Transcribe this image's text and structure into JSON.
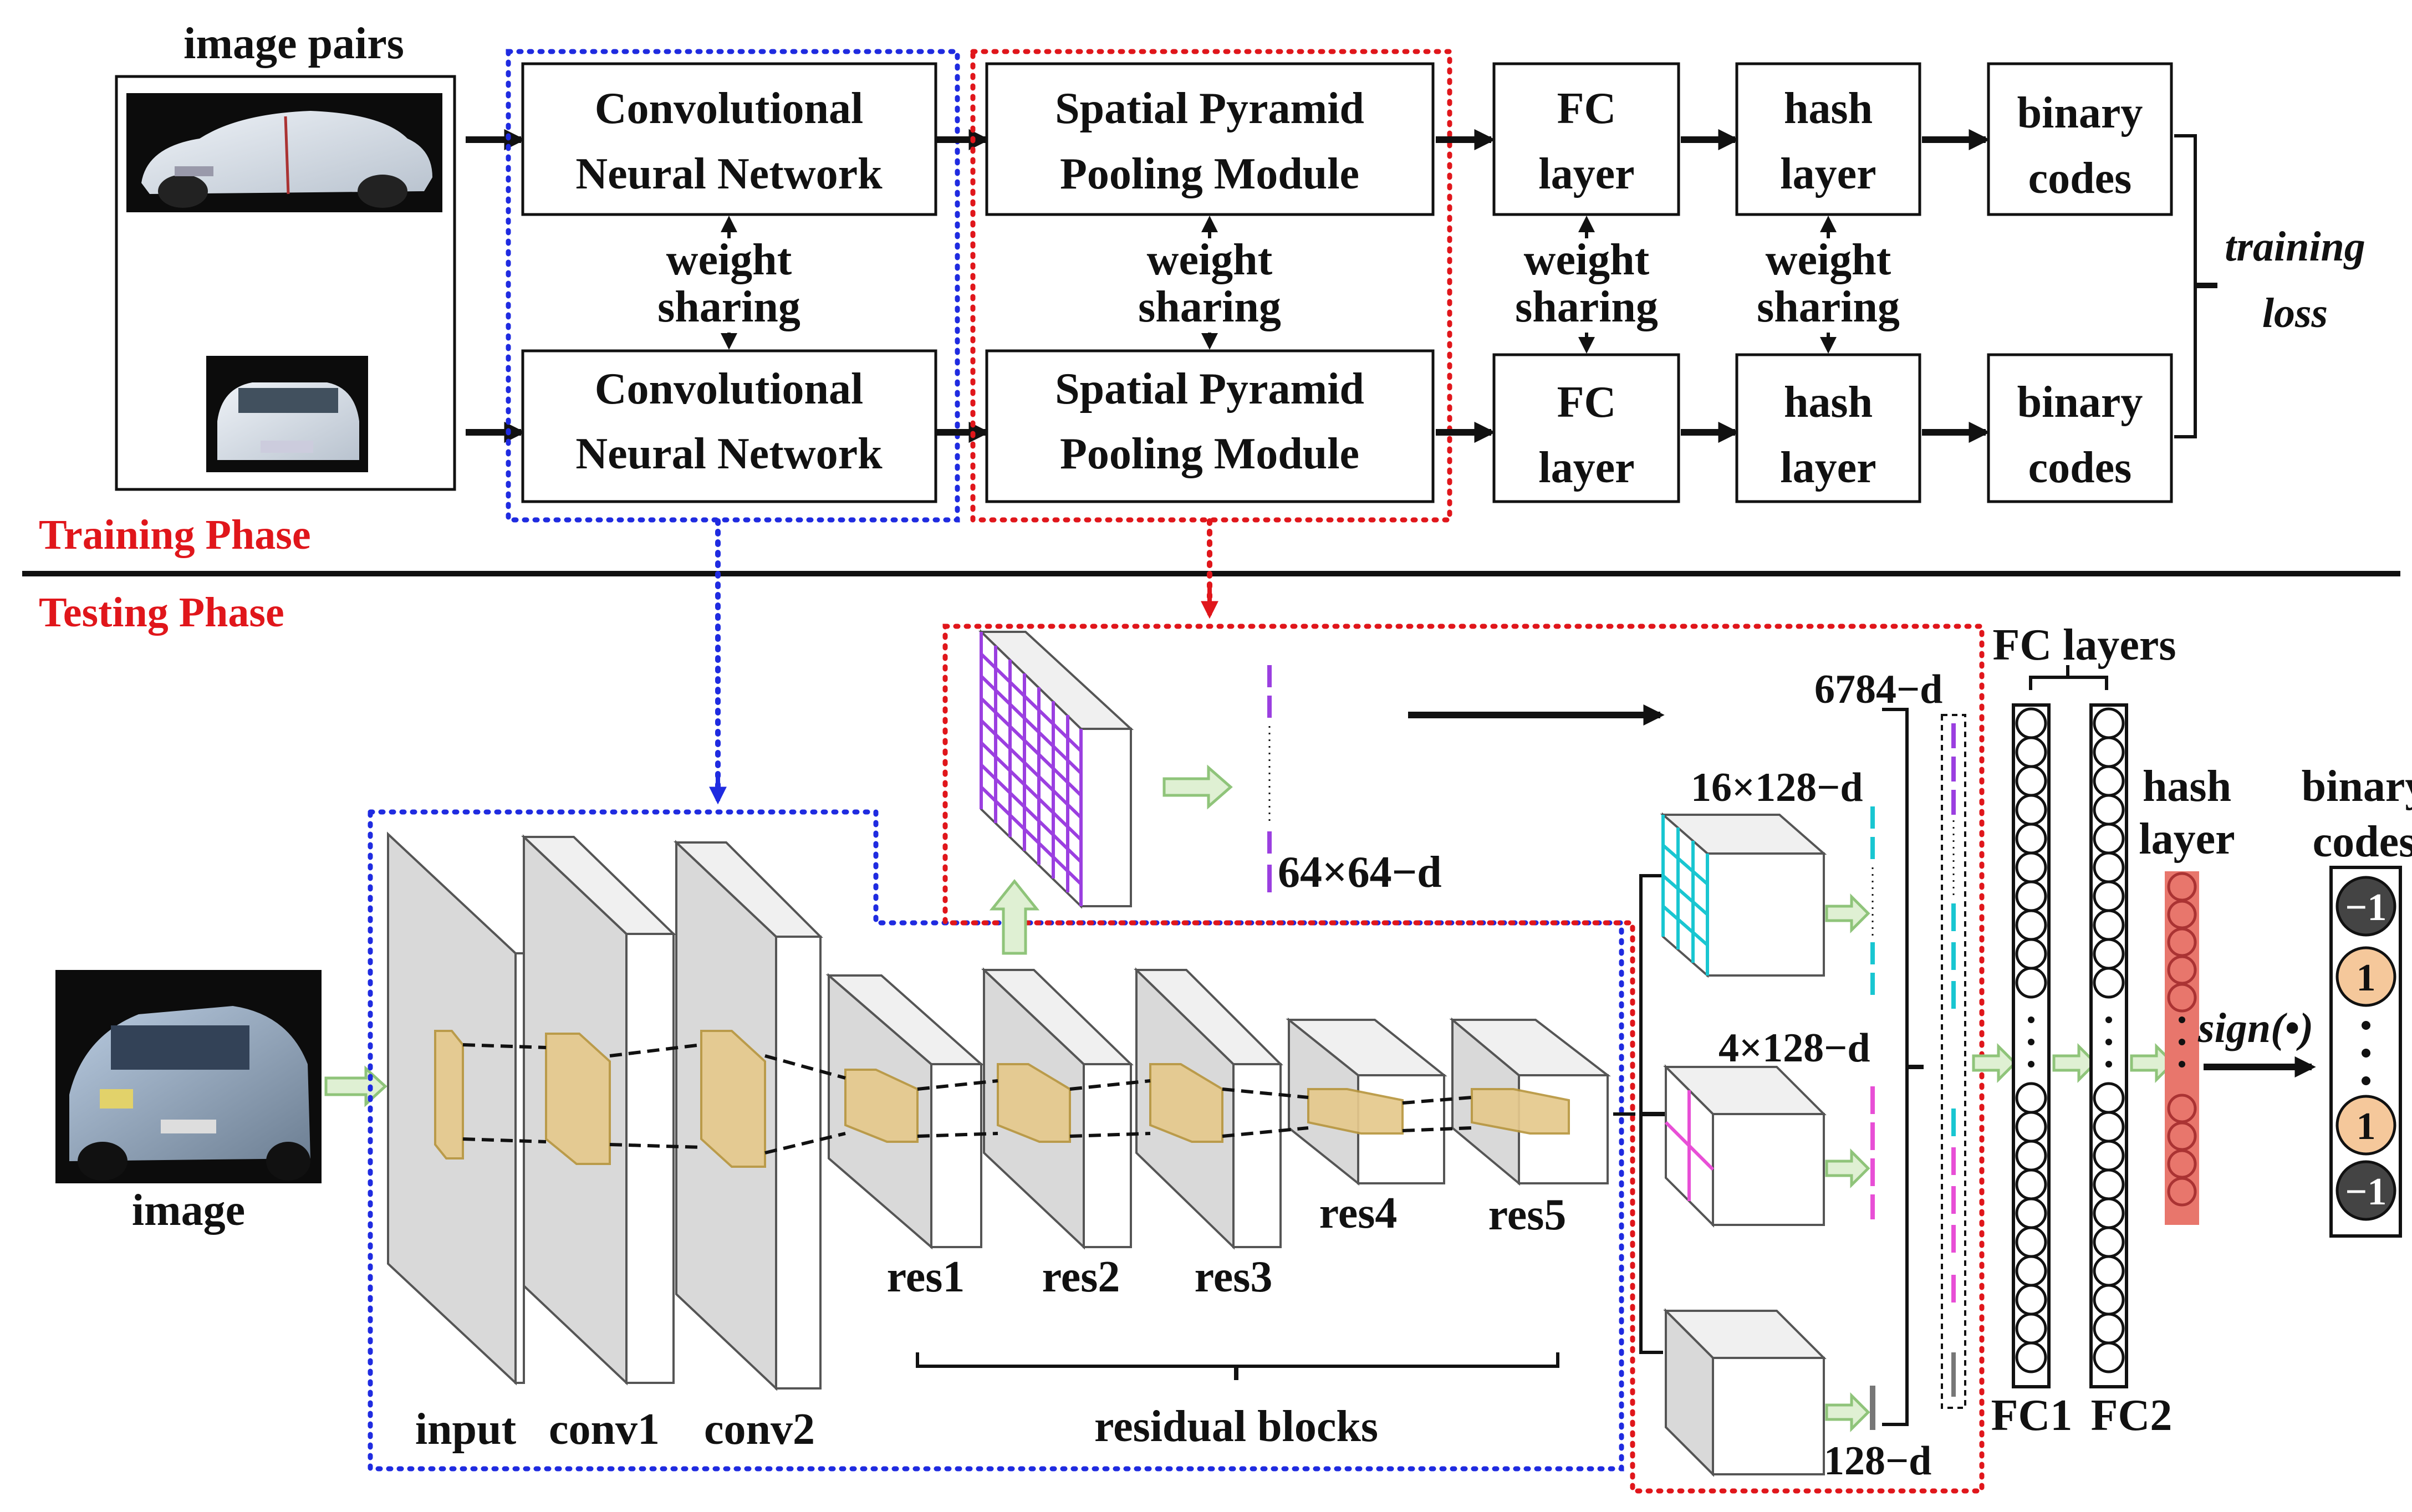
{
  "training": {
    "phase_label": "Training Phase",
    "image_pairs_label": "image pairs",
    "cnn_line1": "Convolutional",
    "cnn_line2": "Neural Network",
    "spp_line1": "Spatial Pyramid",
    "spp_line2": "Pooling Module",
    "fc_line1": "FC",
    "fc_line2": "layer",
    "hash_line1": "hash",
    "hash_line2": "layer",
    "codes_line1": "binary",
    "codes_line2": "codes",
    "weight_line1": "weight",
    "weight_line2": "sharing",
    "loss_line1": "training",
    "loss_line2": "loss"
  },
  "testing": {
    "phase_label": "Testing Phase",
    "image_label": "image",
    "layers": [
      "input",
      "conv1",
      "conv2"
    ],
    "res_blocks": [
      "res1",
      "res2",
      "res3",
      "res4",
      "res5"
    ],
    "residual_label": "residual blocks",
    "dim_64": "64×64−d",
    "dim_16": "16×128−d",
    "dim_4": "4×128−d",
    "dim_1": "128−d",
    "dim_total": "6784−d",
    "fc_layers_label": "FC layers",
    "fc1_label": "FC1",
    "fc2_label": "FC2",
    "hash_line1": "hash",
    "hash_line2": "layer",
    "codes_line1": "binary",
    "codes_line2": "codes",
    "sign_label": "sign(•)",
    "code_values": [
      "−1",
      "1",
      "1",
      "−1"
    ]
  },
  "colors": {
    "red_dotted": "#e0161b",
    "blue_dotted": "#1f2be0",
    "cube_tan": "#e6c98d",
    "hash_red": "#e8766c",
    "grid_purple": "#9b3fe0",
    "grid_cyan": "#19c6d1",
    "grid_magenta": "#e84fd6"
  }
}
